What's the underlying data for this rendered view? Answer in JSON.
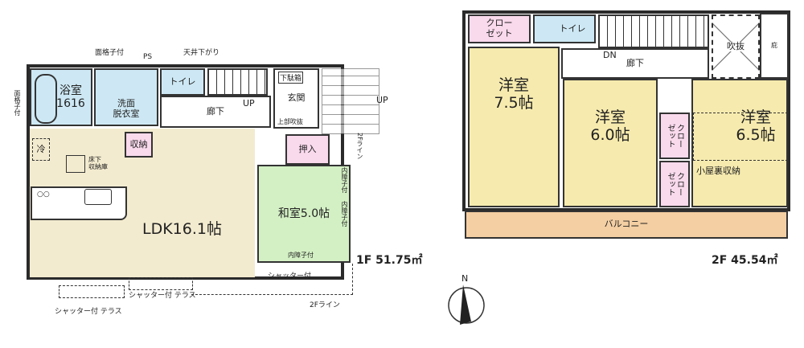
{
  "floor1": {
    "area_label": "1F 51.75㎡",
    "rooms": {
      "bath": "浴室\n1616",
      "washroom": "洗面\n脱衣室",
      "toilet": "トイレ",
      "hallway": "廊下",
      "entrance": "玄関",
      "storage": "収納",
      "closet": "押入",
      "ldk": "LDK16.1帖",
      "washitsu": "和室5.0帖",
      "fridge": "冷",
      "underfloor": "床下\n収納庫",
      "shoe": "下駄箱"
    },
    "notes": {
      "lattice_top": "面格子付",
      "ps": "PS",
      "ceiling": "天井下がり",
      "lattice_left": "面格子付",
      "up1": "UP",
      "up2": "UP",
      "shoe_top": "上部吹抜",
      "line2f_right": "2Fライン",
      "inner_lattice1": "内障子付",
      "inner_lattice2": "内障子付",
      "inner_lattice3": "内障子付",
      "shutter_washitsu": "シャッター付",
      "shutter_terrace1": "シャッター付 テラス",
      "shutter_terrace2": "シャッター付 テラス",
      "line2f_bottom": "2Fライン"
    }
  },
  "floor2": {
    "area_label": "2F 45.54㎡",
    "rooms": {
      "closet_top": "クロー\nゼット",
      "toilet": "トイレ",
      "hallway": "廊下",
      "dn": "DN",
      "void": "吹抜",
      "eave": "庇",
      "room75": "洋室\n7.5帖",
      "room60": "洋室\n6.0帖",
      "room65": "洋室\n6.5帖",
      "closet_a": "クロー\nゼット",
      "closet_b": "クロー\nゼット",
      "attic": "小屋裏収納",
      "balcony": "バルコニー"
    }
  },
  "compass": {
    "label": "N"
  },
  "colors": {
    "ldk": "#f3ebcf",
    "western": "#f6eaae",
    "washitsu": "#d3f0c4",
    "water": "#cde8f4",
    "storage": "#f9d9ec",
    "balcony": "#f4cfa3"
  }
}
